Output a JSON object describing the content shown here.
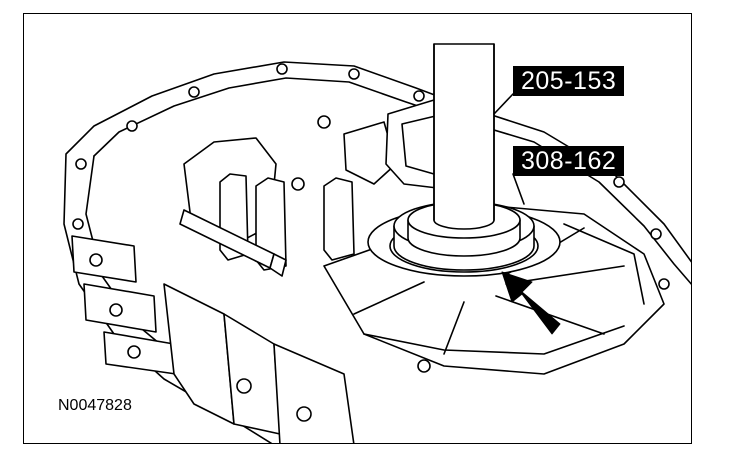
{
  "callouts": {
    "tool_a": "205-153",
    "tool_b": "308-162"
  },
  "figure_id": "N0047828"
}
